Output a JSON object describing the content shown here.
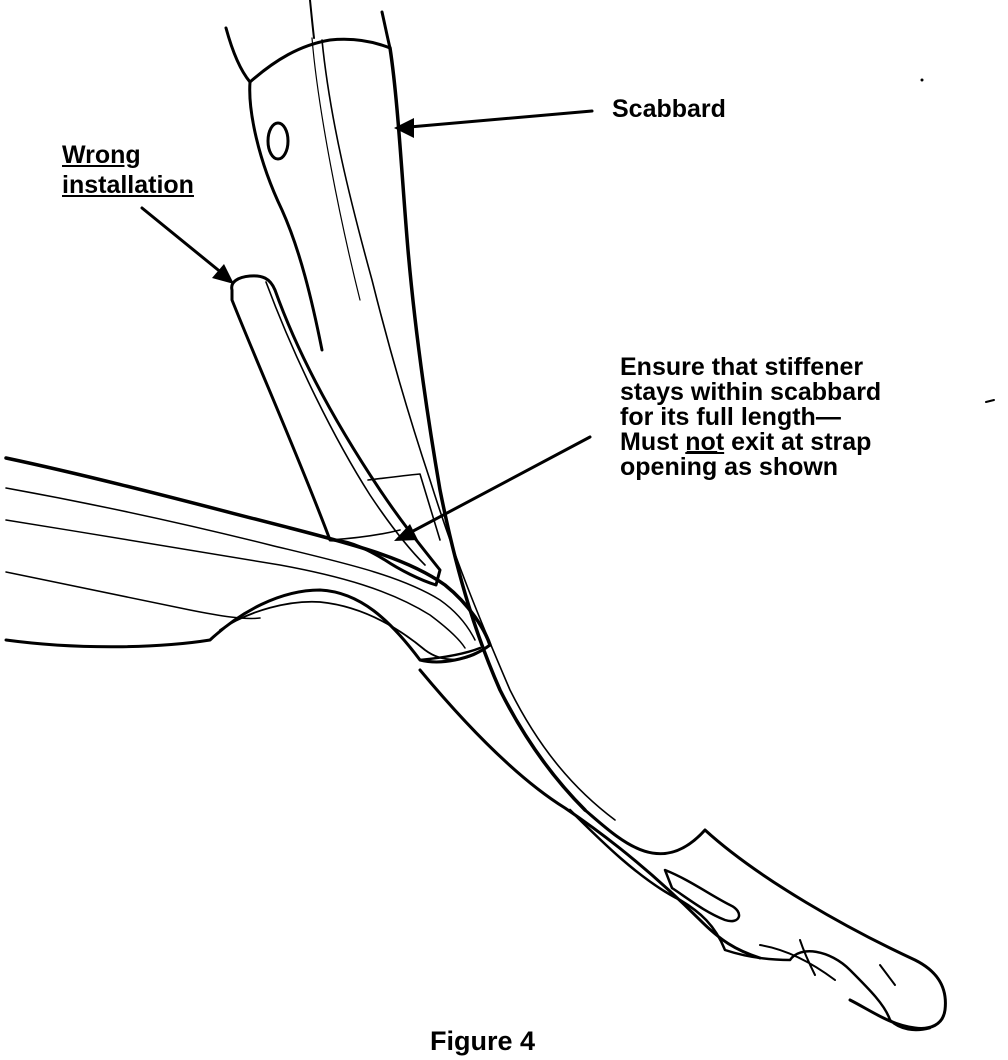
{
  "labels": {
    "scabbard": "Scabbard",
    "wrong_line1": "Wrong",
    "wrong_line2": "installation",
    "ensure_line1": "Ensure that stiffener",
    "ensure_line2": "stays within scabbard",
    "ensure_line3": "for its full length—",
    "ensure_line4_a": "Must ",
    "ensure_line4_b": "not",
    "ensure_line4_c": " exit at strap",
    "ensure_line5_a": "openi",
    "ensure_line5_b": "ng",
    "ensure_line5_c": " as shown"
  },
  "caption": "Figure 4",
  "colors": {
    "ink": "#000000",
    "paper": "#ffffff"
  }
}
